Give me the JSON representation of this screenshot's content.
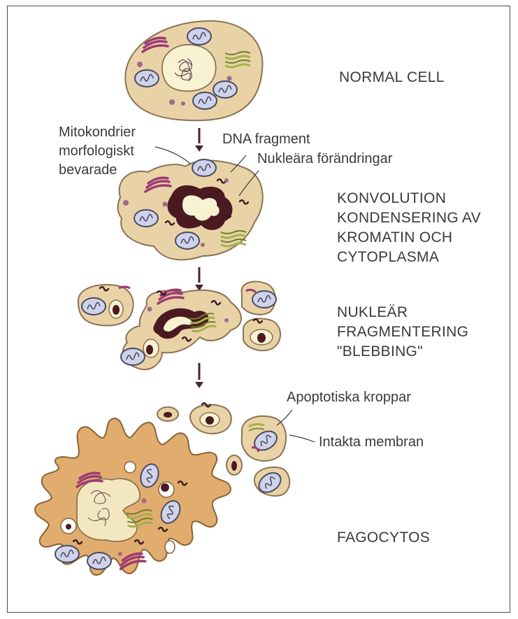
{
  "stages": [
    {
      "id": "normal",
      "label": "NORMAL CELL"
    },
    {
      "id": "convolution",
      "lines": [
        "KONVOLUTION",
        "KONDENSERING AV",
        "KROMATIN OCH",
        "CYTOPLASMA"
      ]
    },
    {
      "id": "fragmentation",
      "lines": [
        "NUKLEÄR",
        "FRAGMENTERING",
        "\"BLEBBING\""
      ]
    },
    {
      "id": "phagocytosis",
      "label": "FAGOCYTOS"
    }
  ],
  "annotations": {
    "mitochondria": [
      "Mitokondrier",
      "morfologiskt",
      "bevarade"
    ],
    "dna_fragment": "DNA fragment",
    "nuclear_changes": "Nukleära förändringar",
    "apoptotic_bodies": "Apoptotiska kroppar",
    "intact_membrane": "Intakta membran"
  },
  "colors": {
    "cytoplasm": "#e9d3a6",
    "cytoplasm_outline": "#8a7353",
    "macrophage": "#e1ad6e",
    "nucleus": "#f8f2d2",
    "chromatin": "#4a1a20",
    "mitochondria": "#cfd3ea",
    "golgi": "#9c3a73",
    "er": "#a3b24d",
    "arrow": "#4a2326"
  }
}
